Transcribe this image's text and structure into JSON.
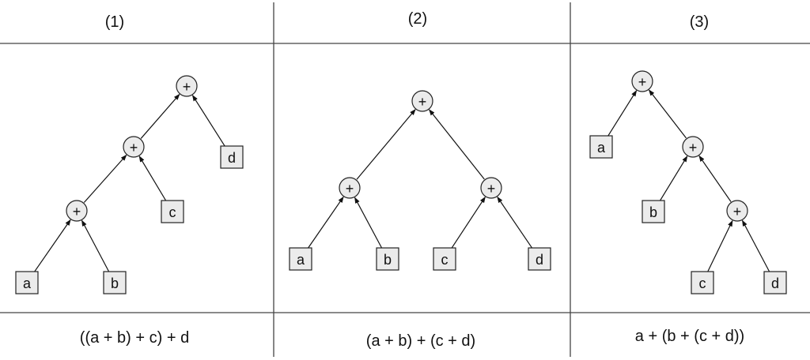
{
  "panels": [
    {
      "header": "(1)",
      "expression": "((a + b) + c) + d",
      "nodes": {
        "root": "+",
        "mid": "+",
        "low": "+",
        "a": "a",
        "b": "b",
        "c": "c",
        "d": "d"
      }
    },
    {
      "header": "(2)",
      "expression": "(a + b) + (c + d)",
      "nodes": {
        "root": "+",
        "left": "+",
        "right": "+",
        "a": "a",
        "b": "b",
        "c": "c",
        "d": "d"
      }
    },
    {
      "header": "(3)",
      "expression": "a + (b + (c + d))",
      "nodes": {
        "root": "+",
        "mid": "+",
        "low": "+",
        "a": "a",
        "b": "b",
        "c": "c",
        "d": "d"
      }
    }
  ]
}
